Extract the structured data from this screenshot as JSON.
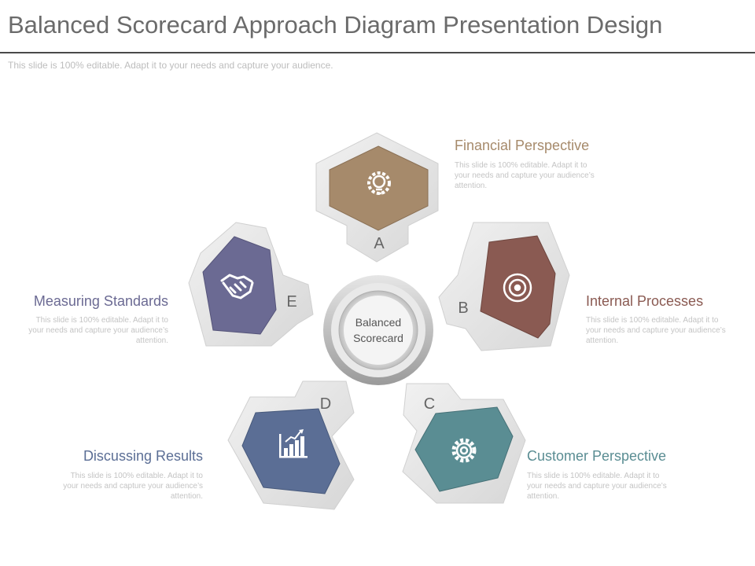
{
  "header": {
    "title": "Balanced Scorecard Approach Diagram Presentation Design",
    "subtitle": "This slide is 100% editable. Adapt it to your needs and capture your audience."
  },
  "center": {
    "line1": "Balanced",
    "line2": "Scorecard"
  },
  "segments": [
    {
      "letter": "A",
      "title": "Financial Perspective",
      "desc": "This slide is 100% editable. Adapt it to your needs and capture your audience’s attention.",
      "color": "#a68a6b",
      "icon": "lightbulb-gear-icon"
    },
    {
      "letter": "B",
      "title": "Internal Processes",
      "desc": "This slide is 100% editable. Adapt it to your needs and capture your audience’s attention.",
      "color": "#8a5a52",
      "icon": "target-icon"
    },
    {
      "letter": "C",
      "title": "Customer Perspective",
      "desc": "This slide is 100% editable. Adapt it to your needs and capture your audience’s attention.",
      "color": "#5a8d93",
      "icon": "gear-icon"
    },
    {
      "letter": "D",
      "title": "Discussing Results",
      "desc": "This slide is 100% editable. Adapt it to your needs and capture your audience’s attention.",
      "color": "#5b6e95",
      "icon": "bar-chart-icon"
    },
    {
      "letter": "E",
      "title": "Measuring Standards",
      "desc": "This slide is 100% editable. Adapt it to your needs and capture your audience’s attention.",
      "color": "#6b6a93",
      "icon": "handshake-icon"
    }
  ]
}
